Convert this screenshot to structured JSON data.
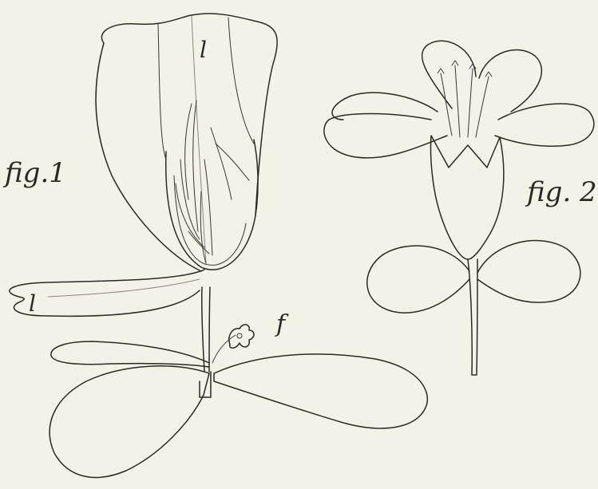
{
  "figures": {
    "fig1": {
      "caption": "fig.1",
      "upper_letter": "l",
      "lower_letter": "l",
      "flower_letter": "f"
    },
    "fig2": {
      "caption": "fig. 2"
    }
  },
  "colors": {
    "paper": "#f4f1e6",
    "ink": "#2b2925"
  }
}
